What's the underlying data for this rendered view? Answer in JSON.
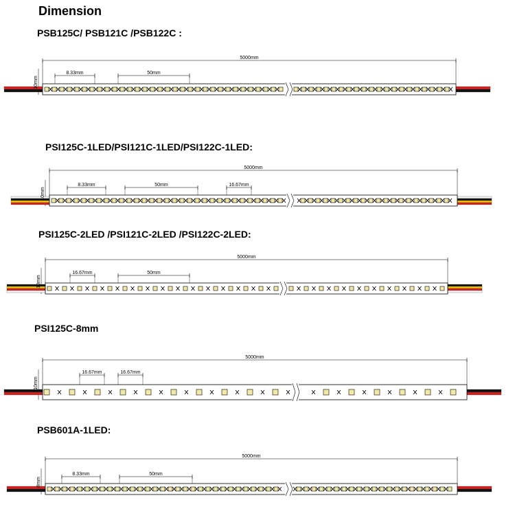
{
  "title": "Dimension",
  "sections": [
    {
      "label": "PSB125C/ PSB121C /PSB122C  :",
      "length": "5000mm",
      "height": "10mm",
      "pitch": "8.33mm",
      "segment": "50mm",
      "extra": ""
    },
    {
      "label": "PSI125C-1LED/PSI121C-1LED/PSI122C-1LED:",
      "length": "5000mm",
      "height": "10mm",
      "pitch": "8.33mm",
      "segment": "50mm",
      "extra": "16.67mm"
    },
    {
      "label": "PSI125C-2LED /PSI121C-2LED /PSI122C-2LED:",
      "length": "5000mm",
      "height": "10mm",
      "pitch": "16.67mm",
      "segment": "50mm",
      "extra": ""
    },
    {
      "label": "PSI125C-8mm",
      "length": "5000mm",
      "height": "10mm",
      "pitch": "16.67mm",
      "segment": "16.67mm",
      "extra": ""
    },
    {
      "label": "PSB601A-1LED:",
      "length": "5000mm",
      "height": "8mm",
      "pitch": "8.33mm",
      "segment": "50mm",
      "extra": ""
    }
  ],
  "colors": {
    "led": "#f2e9a6",
    "wire_red": "#d42020",
    "wire_yellow": "#f0c400",
    "wire_black": "#111111",
    "wire_white": "#f4f4f4"
  }
}
